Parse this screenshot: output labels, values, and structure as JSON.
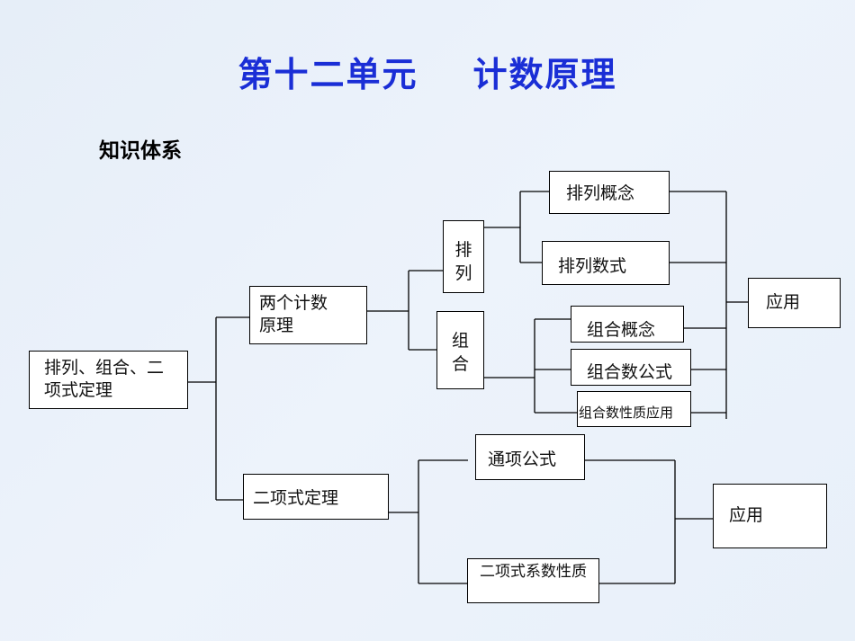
{
  "title": "第十二单元    计数原理",
  "subtitle": "知识体系",
  "nodes": {
    "root": "排列、组合、二项式定理",
    "two_principles": "两个计数原理",
    "permutation": "排列",
    "combination": "组合",
    "perm_concept": "排列概念",
    "perm_formula": "排列数式",
    "comb_concept": "组合概念",
    "comb_formula": "组合数公式",
    "comb_properties": "组合数性质应用",
    "application_top": "应用",
    "binomial": "二项式定理",
    "general_term": "通项公式",
    "binomial_coef": "二项式系数性质",
    "application_bottom": "应用"
  }
}
